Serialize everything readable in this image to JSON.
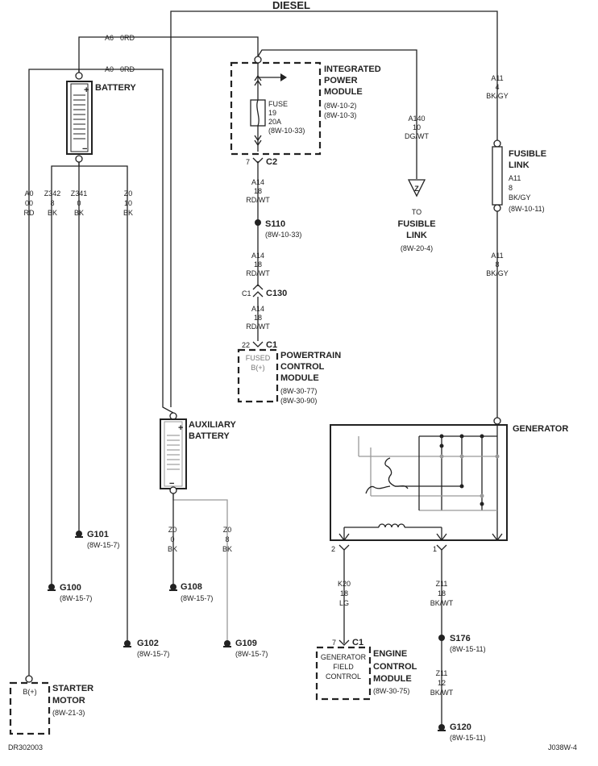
{
  "diesel": "DIESEL",
  "wires": {
    "a6": [
      "A6",
      "0RD"
    ],
    "a0top": [
      "A0",
      "0RD"
    ],
    "a11_upper": [
      "A11",
      "4",
      "BK/GY"
    ],
    "a11_mid": [
      "A11",
      "8",
      "BK/GY"
    ],
    "a11_lower": [
      "A11",
      "8",
      "BK/GY"
    ],
    "a140": [
      "A140",
      "10",
      "DG/WT"
    ],
    "a14_1": [
      "A14",
      "18",
      "RD/WT"
    ],
    "a14_2": [
      "A14",
      "18",
      "RD/WT"
    ],
    "a14_3": [
      "A14",
      "18",
      "RD/WT"
    ],
    "a0_left": [
      "A0",
      "00",
      "RD"
    ],
    "z342": [
      "Z342",
      "8",
      "BK"
    ],
    "z341": [
      "Z341",
      "0",
      "BK"
    ],
    "z0_1": [
      "Z0",
      "10",
      "BK"
    ],
    "z0_2": [
      "Z0",
      "0",
      "BK"
    ],
    "z0_3": [
      "Z0",
      "8",
      "BK"
    ],
    "k20": [
      "K20",
      "18",
      "LG"
    ],
    "z11_1": [
      "Z11",
      "18",
      "BK/WT"
    ],
    "z11_2": [
      "Z11",
      "12",
      "BK/WT"
    ]
  },
  "battery": {
    "label": "BATTERY",
    "plus": "+",
    "minus": "−"
  },
  "aux_battery": {
    "label": [
      "AUXILIARY",
      "BATTERY"
    ],
    "plus": "+",
    "minus": "−"
  },
  "ipm": {
    "label": [
      "INTEGRATED",
      "POWER",
      "MODULE"
    ],
    "refs": [
      "(8W-10-2)",
      "(8W-10-3)"
    ],
    "fuse": [
      "FUSE",
      "19",
      "20A",
      "(8W-10-33)"
    ],
    "connector": "C2",
    "pin": "7"
  },
  "fusible_link": {
    "label": [
      "FUSIBLE",
      "LINK"
    ],
    "ref": "(8W-10-11)"
  },
  "to_fusible": {
    "symbol": "Z",
    "lines": [
      "TO"
    ],
    "label": [
      "FUSIBLE",
      "LINK"
    ],
    "ref": "(8W-20-4)"
  },
  "s110": {
    "label": "S110",
    "ref": "(8W-10-33)"
  },
  "c130": {
    "label": "C130",
    "pin": "C1"
  },
  "pcm": {
    "connector": "C1",
    "pin": "22",
    "inner": [
      "FUSED",
      "B(+)"
    ],
    "label": [
      "POWERTRAIN",
      "CONTROL",
      "MODULE"
    ],
    "refs": [
      "(8W-30-77)",
      "(8W-30-90)"
    ]
  },
  "generator": {
    "label": "GENERATOR",
    "pin_left": "2",
    "pin_right": "1"
  },
  "ecm": {
    "connector": "C1",
    "pin": "7",
    "inner": [
      "GENERATOR",
      "FIELD",
      "CONTROL"
    ],
    "label": [
      "ENGINE",
      "CONTROL",
      "MODULE"
    ],
    "ref": "(8W-30-75)"
  },
  "s176": {
    "label": "S176",
    "ref": "(8W-15-11)"
  },
  "grounds": {
    "g101": {
      "label": "G101",
      "ref": "(8W-15-7)"
    },
    "g100": {
      "label": "G100",
      "ref": "(8W-15-7)"
    },
    "g102": {
      "label": "G102",
      "ref": "(8W-15-7)"
    },
    "g108": {
      "label": "G108",
      "ref": "(8W-15-7)"
    },
    "g109": {
      "label": "G109",
      "ref": "(8W-15-7)"
    },
    "g120": {
      "label": "G120",
      "ref": "(8W-15-11)"
    }
  },
  "starter": {
    "inner": "B(+)",
    "label": [
      "STARTER",
      "MOTOR"
    ],
    "ref": "(8W-21-3)"
  },
  "footer": {
    "left": "DR302003",
    "right": "J038W-4"
  }
}
